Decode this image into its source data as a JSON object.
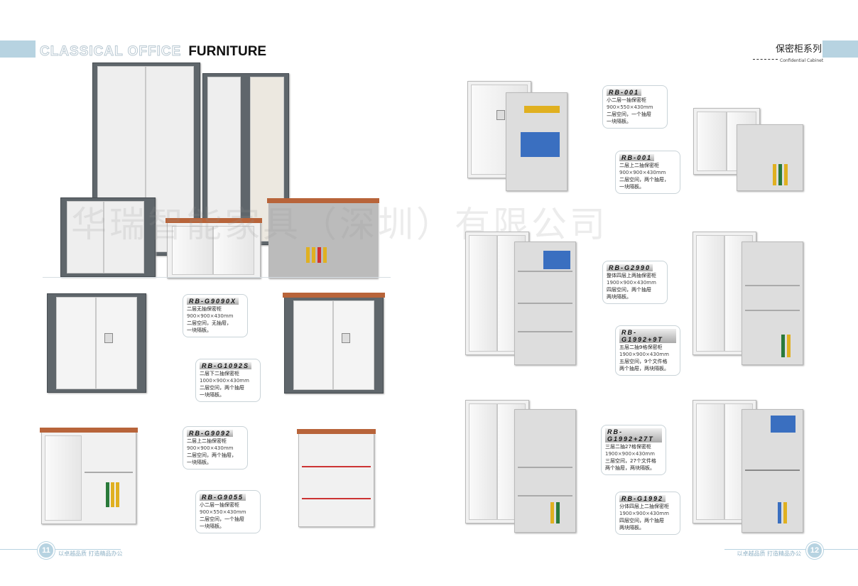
{
  "header": {
    "title_light": "CLASSICAL OFFICE",
    "title_bold": "FURNITURE",
    "series_cn": "保密柜系列",
    "series_en": "Confidential Cabinet"
  },
  "watermark": "华瑞智能家具（深圳）有限公司",
  "footer": {
    "left_page": "11",
    "right_page": "12",
    "slogan": "以卓越品质  打造精品办公"
  },
  "left_products": [
    {
      "code": "RB-G9090X",
      "name": "二层无抽保密柜",
      "size": "900×900×430mm",
      "desc1": "二层空间，无抽屉，",
      "desc2": "一块隔板。"
    },
    {
      "code": "RB-G1092S",
      "name": "二层下二抽保密柜",
      "size": "1000×900×430mm",
      "desc1": "二层空间，两个抽屉",
      "desc2": "一块隔板。"
    },
    {
      "code": "RB-G9092",
      "name": "二层上二抽保密柜",
      "size": "900×900×430mm",
      "desc1": "二层空间，两个抽屉，",
      "desc2": "一块隔板。"
    },
    {
      "code": "RB-G9055",
      "name": "小二层一抽保密柜",
      "size": "900×550×430mm",
      "desc1": "二层空间，一个抽屉",
      "desc2": "一块隔板。"
    }
  ],
  "right_products": [
    {
      "code": "RB-001",
      "name": "小二层一抽保密柜",
      "size": "900×550×430mm",
      "desc1": "二层空间，一个抽屉",
      "desc2": "一块隔板。"
    },
    {
      "code": "RB-001",
      "name": "二层上二抽保密柜",
      "size": "900×900×430mm",
      "desc1": "二层空间，两个抽屉，",
      "desc2": "一块隔板。"
    },
    {
      "code": "RB-G2990",
      "name": "整体四层上两抽保密柜",
      "size": "1900×900×430mm",
      "desc1": "四层空间，两个抽屉",
      "desc2": "两块隔板。"
    },
    {
      "code": "RB-G1992+9T",
      "name": "五层二抽9格保密柜",
      "size": "1900×900×430mm",
      "desc1": "五层空间，9个文件格",
      "desc2": "两个抽屉，两块隔板。"
    },
    {
      "code": "RB-G1992+27T",
      "name": "三层二抽27格保密柜",
      "size": "1900×900×430mm",
      "desc1": "三层空间，27个文件格",
      "desc2": "两个抽屉，两块隔板。"
    },
    {
      "code": "RB-G1992",
      "name": "分体四层上二抽保密柜",
      "size": "1900×900×430mm",
      "desc1": "四层空间，两个抽屉",
      "desc2": "两块隔板。"
    }
  ]
}
